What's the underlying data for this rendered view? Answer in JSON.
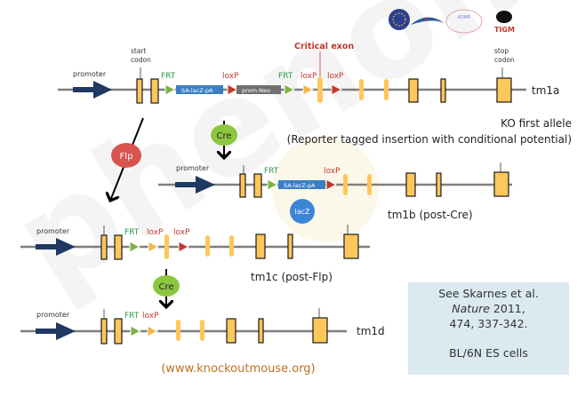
{
  "watermark": "phenomin",
  "logos": [
    {
      "name": "eucomm-logo",
      "label": "EUCOMM"
    },
    {
      "name": "norcomm-logo",
      "label": "NorCOMM"
    },
    {
      "name": "komp-logo",
      "label": "KOMP"
    },
    {
      "name": "tigm-logo",
      "label": "TIGM"
    }
  ],
  "colors": {
    "backbone": "#7f7f7f",
    "promoter_arrow": "#1f3864",
    "exon_fill": "#ffc65a",
    "exon_stroke": "#1a1a1a",
    "frt_green": "#7cb342",
    "loxp_red": "#c0392b",
    "loxp_orange": "#f5b547",
    "frt_label": "#2e9a46",
    "loxp_label": "#c0392b",
    "cassette_blue": "#3a7fc4",
    "cassette_gray": "#707070",
    "flp_red": "#d9534f",
    "cre_green": "#8cc63f",
    "lacz_blue": "#3b86d6",
    "critical_red": "#c0392b",
    "url_color": "#c07020",
    "ref_box_bg": "#dbeaf0"
  },
  "alleles": {
    "tm1a": {
      "label": "tm1a",
      "promoter": "promoter",
      "start_codon": "start\ncodon",
      "stop_codon": "stop\ncodon",
      "critical_exon": "Critical exon",
      "frt1": "FRT",
      "loxp1": "loxP",
      "frt2": "FRT",
      "loxp2": "loxP",
      "loxp3": "loxP",
      "cassette1": "SA-lacZ-pA",
      "cassette2": "prom-Neo",
      "description_title": "KO first allele",
      "description": "(Reporter tagged insertion with conditional potential)"
    },
    "tm1b": {
      "label": "tm1b (post-Cre)",
      "promoter": "promoter",
      "frt": "FRT",
      "loxp": "loxP",
      "cassette": "SA-lacZ-pA",
      "reporter": "lacZ"
    },
    "tm1c": {
      "label": "tm1c (post-Flp)",
      "promoter": "promoter",
      "frt": "FRT",
      "loxp1": "loxP",
      "loxp2": "loxP"
    },
    "tm1d": {
      "label": "tm1d",
      "promoter": "promoter",
      "frt": "FRT",
      "loxp": "loxP"
    }
  },
  "enzymes": {
    "flp": "Flp",
    "cre1": "Cre",
    "cre2": "Cre"
  },
  "reference": {
    "line1": "See Skarnes et al.",
    "journal": "Nature",
    "line2_rest": " 2011,",
    "line3": "474, 337-342.",
    "line4": "BL/6N ES cells"
  },
  "url": "(www.knockoutmouse.org)"
}
